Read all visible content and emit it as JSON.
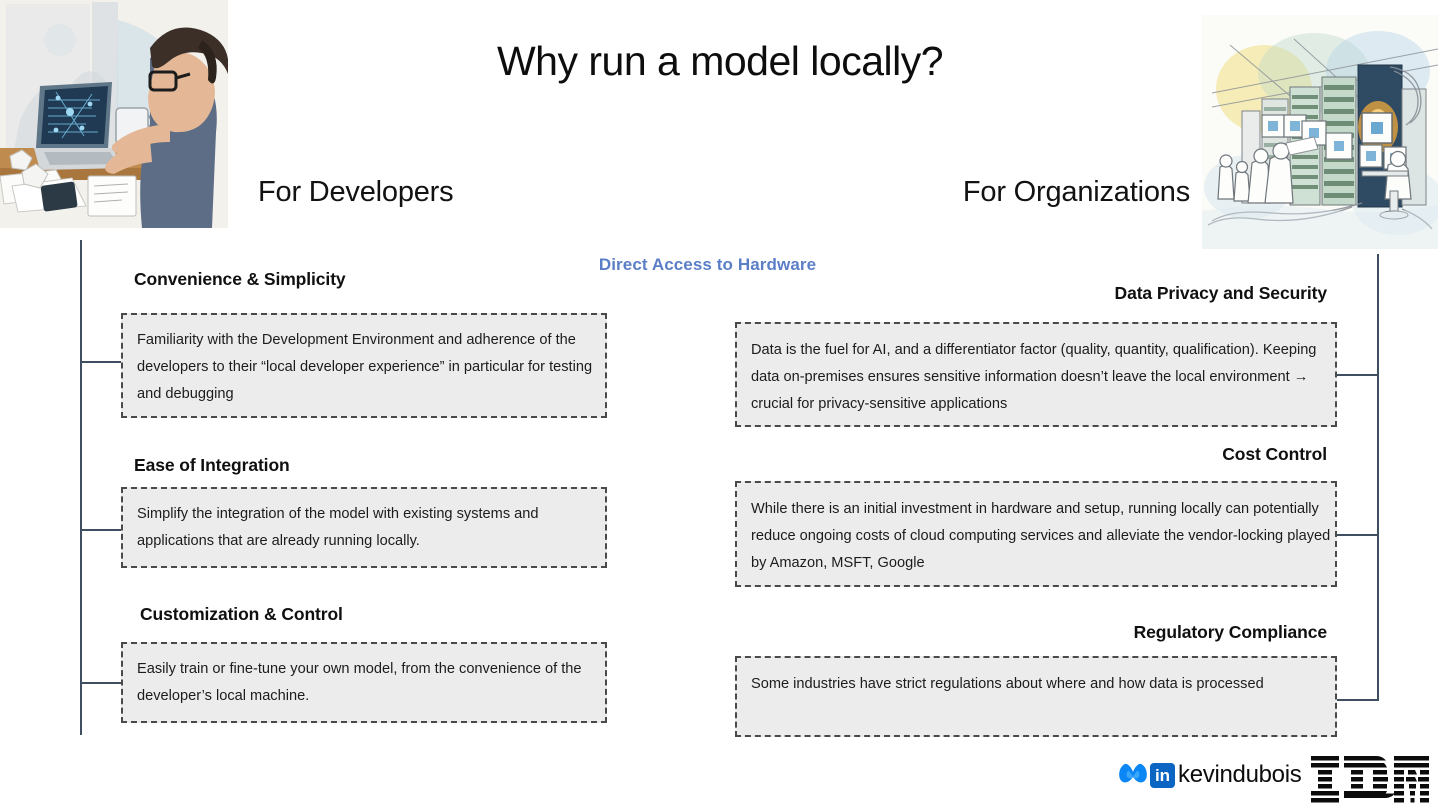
{
  "slide": {
    "title": "Why run a model locally?",
    "center_heading": "Direct Access to Hardware",
    "accent_color": "#5b7fc7",
    "rail_color": "#3f4e60",
    "box_fill": "#ececec",
    "box_border": "#4a4a4a"
  },
  "columns": {
    "left": {
      "heading": "For Developers",
      "items": [
        {
          "title": "Convenience & Simplicity",
          "body": "Familiarity with the Development Environment and adherence of the developers to their “local developer experience” in particular for testing and debugging"
        },
        {
          "title": "Ease of Integration",
          "body": "Simplify the integration of the model with existing systems and applications that are already running locally."
        },
        {
          "title": "Customization & Control",
          "body": "Easily train or fine-tune your own model, from the convenience of the developer’s local machine."
        }
      ]
    },
    "right": {
      "heading": "For Organizations",
      "items": [
        {
          "title": "Data Privacy and Security",
          "body": "Data is the fuel for AI, and a differentiator factor (quality, quantity, qualification). Keeping data on-premises ensures sensitive information doesn’t leave the local environment → crucial for privacy-sensitive applications"
        },
        {
          "title": "Cost Control",
          "body": "While there is an initial investment in hardware and setup, running locally can potentially reduce ongoing costs of cloud computing services and alleviate the vendor-locking played by Amazon, MSFT, Google"
        },
        {
          "title": "Regulatory Compliance",
          "body": "Some industries have strict regulations about where and how data is processed"
        }
      ]
    }
  },
  "illustrations": {
    "left": "developer-at-laptop-illustration",
    "right": "data-center-racks-illustration"
  },
  "footer": {
    "bluesky_icon": "bluesky-butterfly-icon",
    "linkedin_icon": "linkedin-icon",
    "linkedin_glyph": "in",
    "handle": "kevindubois",
    "brand_logo": "ibm-logo",
    "brand_name": "IBM"
  }
}
